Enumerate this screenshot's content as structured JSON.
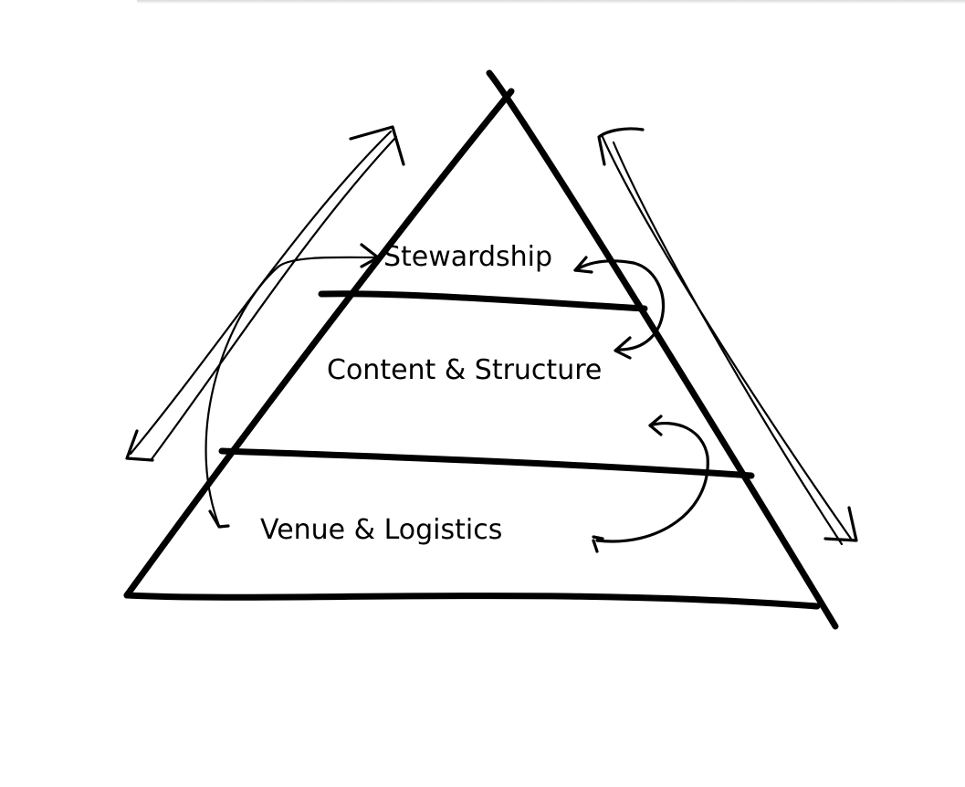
{
  "diagram": {
    "tiers": [
      {
        "id": "top",
        "label": "Stewardship"
      },
      {
        "id": "middle",
        "label": "Content & Structure"
      },
      {
        "id": "bottom",
        "label": "Venue & Logistics"
      }
    ],
    "colors": {
      "ink": "#000000",
      "background": "#ffffff"
    }
  }
}
